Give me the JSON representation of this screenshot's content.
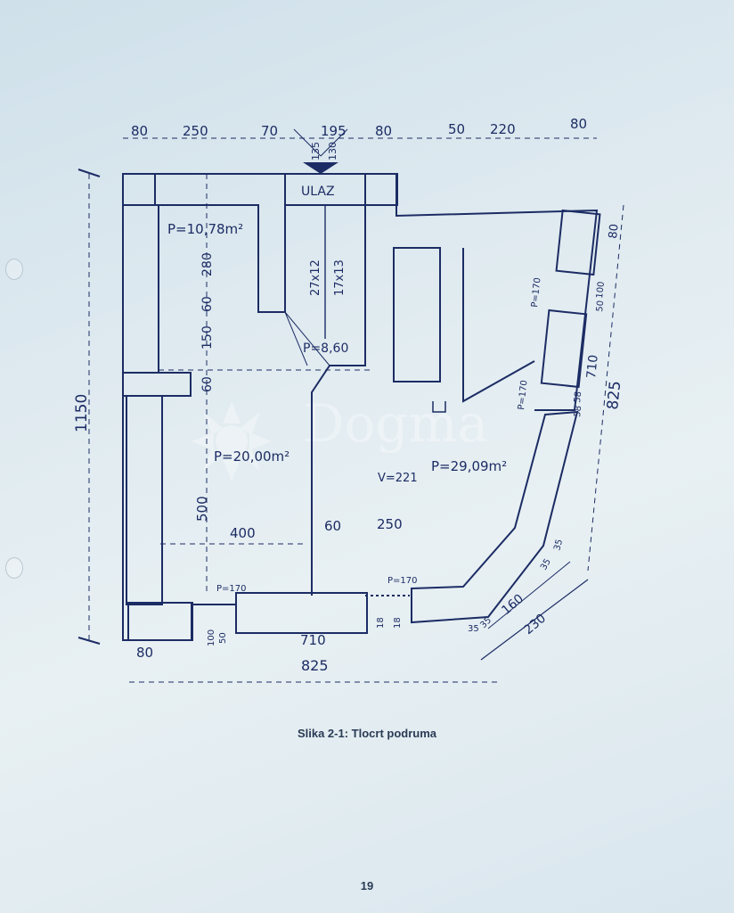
{
  "caption": "Slika 2-1: Tlocrt podruma",
  "page_number": "19",
  "watermark": {
    "text": "Dogma"
  },
  "plan": {
    "entrance_label": "ULAZ",
    "rooms": [
      {
        "area": "P=10,78m²"
      },
      {
        "area": "P=20,00m²"
      },
      {
        "area": "P=29,09m²"
      }
    ],
    "stair_area": "P=8,60",
    "height_label": "V=221",
    "stairs": [
      "27x12",
      "17x13"
    ],
    "opening_labels": [
      "P=170",
      "P=170",
      "P=170",
      "P=170"
    ],
    "dims_top": [
      "80",
      "250",
      "70",
      "195",
      "80",
      "50",
      "220",
      "80"
    ],
    "dims_top_small": [
      "135",
      "130"
    ],
    "dims_left": [
      "1150"
    ],
    "dims_inner_vertical": [
      "280",
      "60",
      "150",
      "60",
      "500"
    ],
    "dims_inner_horizontal": [
      "400",
      "60",
      "250"
    ],
    "dims_bottom": [
      "80",
      "825",
      "710",
      "100",
      "50",
      "18",
      "18"
    ],
    "dims_right": [
      "825",
      "80",
      "100",
      "50",
      "710",
      "58",
      "58"
    ],
    "dims_corner": [
      "35",
      "35",
      "35",
      "160",
      "35",
      "230"
    ]
  }
}
